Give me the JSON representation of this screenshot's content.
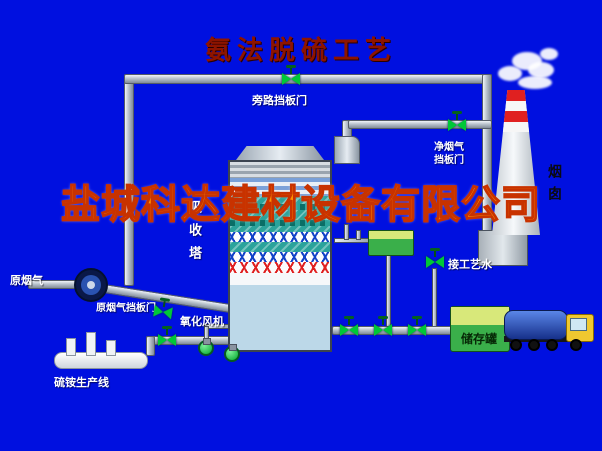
{
  "title": "氨法脱硫工艺",
  "watermark": "盐城科达建材设备有限公司",
  "equipment": {
    "chimney": "烟囱",
    "absorber_tower": "吸收塔",
    "storage_tank": "储存罐"
  },
  "labels": {
    "bypass_damper": "旁路挡板门",
    "clean_gas_damper_line1": "净烟气",
    "clean_gas_damper_line2": "挡板门",
    "raw_flue_gas": "原烟气",
    "raw_gas_damper": "原烟气挡板门",
    "oxidation_fan": "氧化风机",
    "ammonium_sulfate_line": "硫铵生产线",
    "process_water": "接工艺水"
  },
  "colors": {
    "background_blue": "#0010e0",
    "valve_green": "#00c838",
    "watermark_orange": "#ff9100",
    "title_red": "#8e1400",
    "chimney_band_red": "#e02020",
    "tank_green": "#3aaf4a"
  }
}
